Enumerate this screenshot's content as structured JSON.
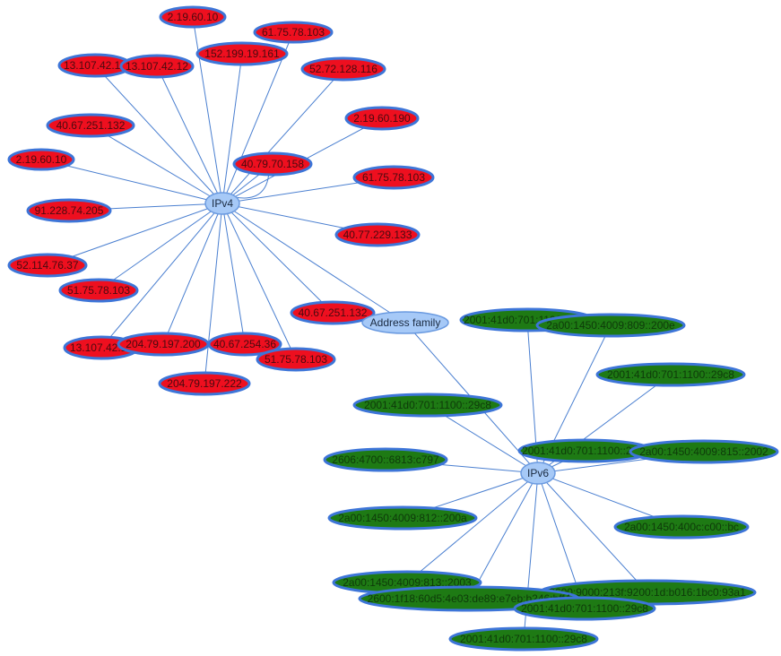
{
  "colors": {
    "ipv4_fill": "#ee0f1f",
    "ipv6_fill": "#1e7a14",
    "hub_fill": "#a6c9f7",
    "edge": "#4a7fd0",
    "node_border": "#3d75d8"
  },
  "graph": {
    "root": {
      "id": "root",
      "label": "Address family"
    },
    "hubs": [
      {
        "id": "ipv4",
        "label": "IPv4"
      },
      {
        "id": "ipv6",
        "label": "IPv6"
      }
    ],
    "ipv4_nodes": [
      "2.19.60.10",
      "61.75.78.103",
      "152.199.19.161",
      "13.107.42.12",
      "13.107.42.12",
      "52.72.128.116",
      "40.67.251.132",
      "2.19.60.190",
      "2.19.60.10",
      "40.79.70.158",
      "61.75.78.103",
      "91.228.74.205",
      "40.77.229.133",
      "52.114.76.37",
      "51.75.78.103",
      "40.67.251.132",
      "13.107.42.12",
      "204.79.197.200",
      "40.67.254.36",
      "51.75.78.103",
      "204.79.197.222"
    ],
    "ipv6_nodes": [
      "2001:41d0:701:1100::29c8",
      "2a00:1450:4009:809::200e",
      "2001:41d0:701:1100::29c8",
      "2001:41d0:701:1100::29c8",
      "2001:41d0:701:1100::29c8",
      "2a00:1450:4009:815::2002",
      "2606:4700::6813:c797",
      "2a00:1450:4009:812::200a",
      "2a00:1450:400c:c00::bc",
      "2a00:1450:4009:813::2003",
      "2600:9000:213f:9200:1d:b016:1bc0:93a1",
      "2600:1f18:60d5:4e03:de89:e7eb:b246:bff4",
      "2001:41d0:701:1100::29c8",
      "2001:41d0:701:1100::29c8"
    ]
  }
}
